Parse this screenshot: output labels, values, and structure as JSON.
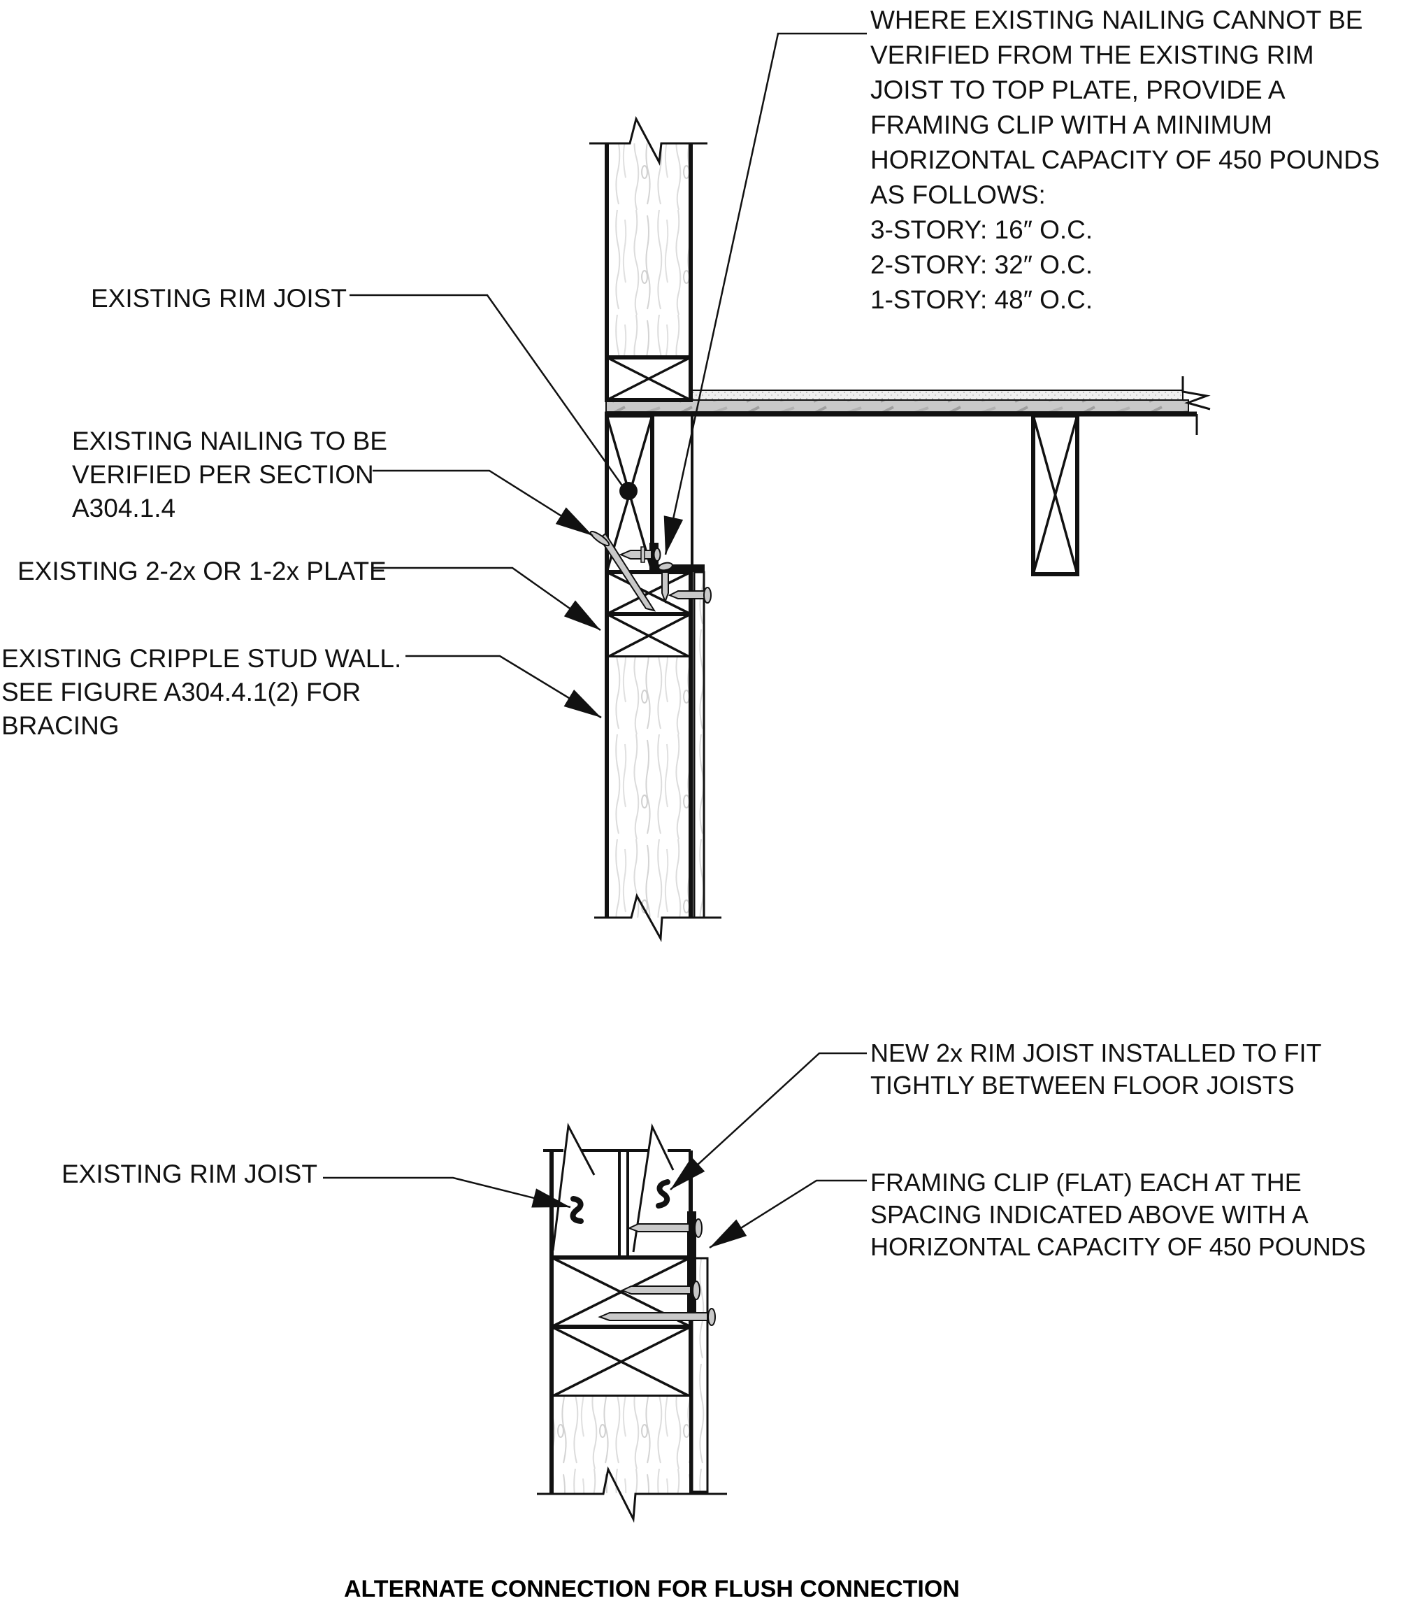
{
  "figure": {
    "title": "ALTERNATE CONNECTION FOR FLUSH CONNECTION",
    "colors": {
      "line": "#111111",
      "wood_grain": "#d9d9d9",
      "floor_sheathing": "#c9c9c9",
      "nail_fill": "#c9c9c9",
      "clip_fill": "#111111"
    },
    "top_detail": {
      "note_lines": [
        "WHERE EXISTING NAILING CANNOT BE",
        "VERIFIED FROM THE EXISTING RIM",
        "JOIST TO TOP PLATE, PROVIDE A",
        "FRAMING CLIP WITH A MINIMUM",
        "HORIZONTAL CAPACITY OF 450 POUNDS",
        "AS FOLLOWS:",
        "3-STORY: 16″ O.C.",
        "2-STORY: 32″ O.C.",
        "1-STORY: 48″ O.C."
      ],
      "rim_joist_label": "EXISTING RIM JOIST",
      "nailing_label_lines": [
        "EXISTING NAILING TO BE",
        "VERIFIED PER SECTION",
        "A304.1.4"
      ],
      "plate_label": "EXISTING 2-2x OR 1-2x PLATE",
      "wall_label_lines": [
        "EXISTING CRIPPLE STUD WALL.",
        "SEE FIGURE A304.4.1(2) FOR",
        "BRACING"
      ]
    },
    "bottom_detail": {
      "rim_joist_label": "EXISTING RIM JOIST",
      "new_rim_label_lines": [
        "NEW 2x RIM JOIST INSTALLED TO FIT",
        "TIGHTLY BETWEEN FLOOR JOISTS"
      ],
      "clip_label_lines": [
        "FRAMING CLIP (FLAT) EACH AT THE",
        "SPACING INDICATED ABOVE WITH A",
        "HORIZONTAL CAPACITY OF 450 POUNDS"
      ]
    }
  }
}
